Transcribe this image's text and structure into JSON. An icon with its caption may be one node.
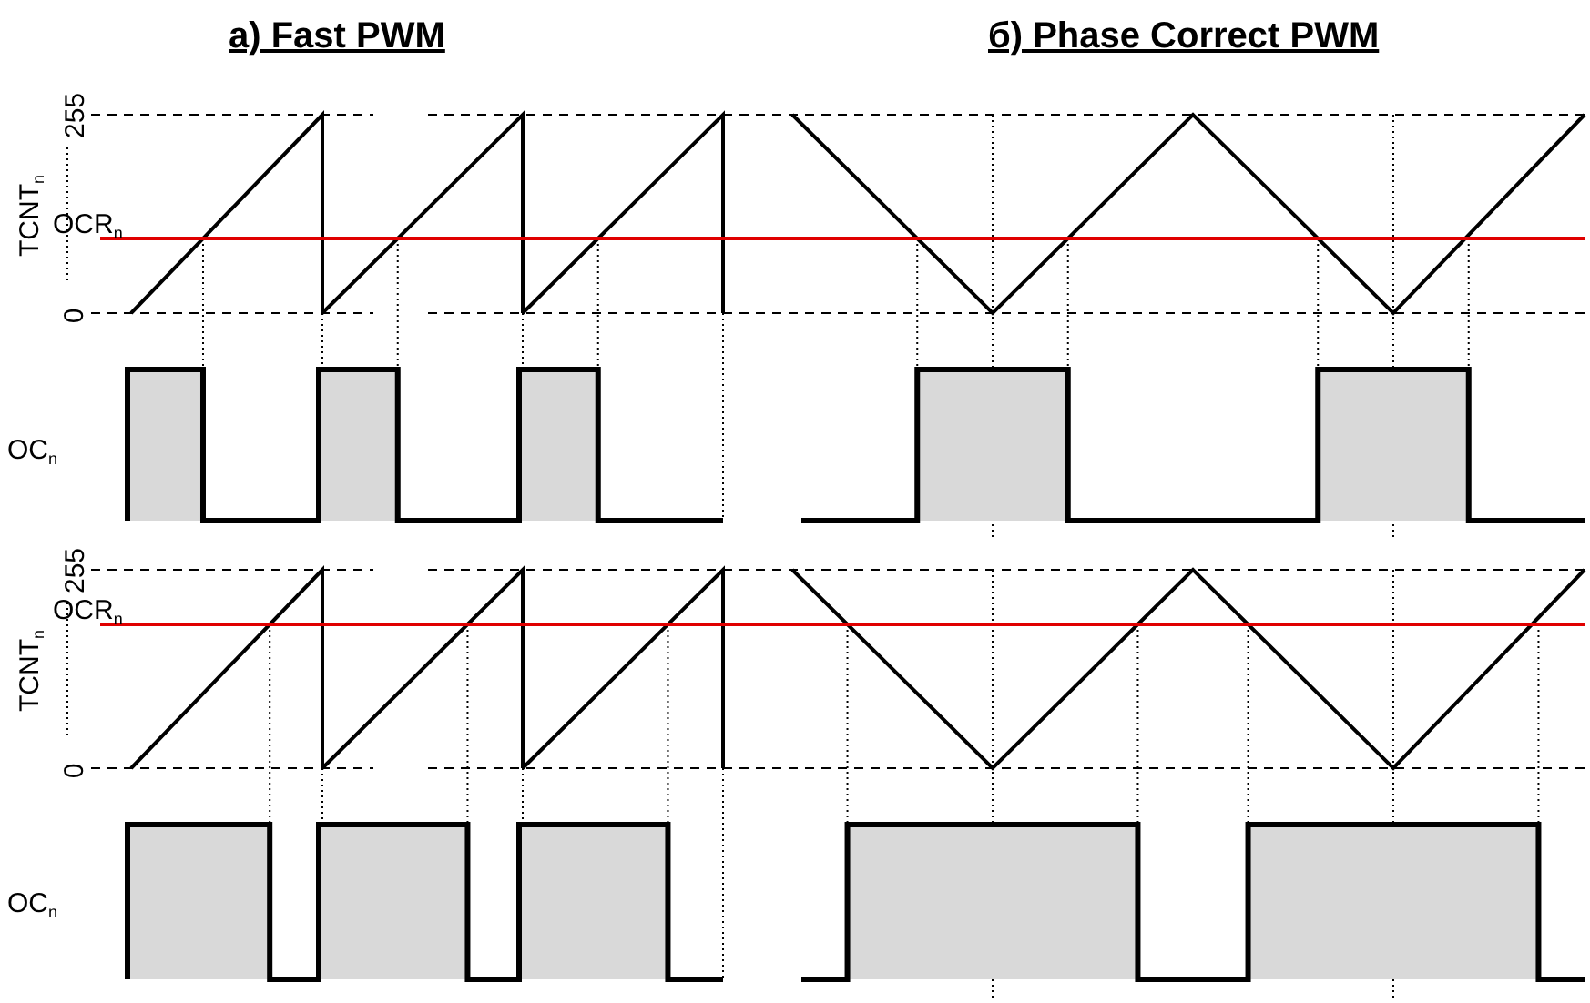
{
  "diagram": {
    "labels": [
      "а) Fast PWM",
      "б) Phase Correct PWM",
      "255",
      "TCNT$_{n}$",
      "OCR$_{n}$",
      "0",
      "OC$_{n}$",
      "255",
      "TCNT$_{n}$",
      "OCR$_{n}$",
      "0",
      "OC$_{n}$"
    ]
  }
}
